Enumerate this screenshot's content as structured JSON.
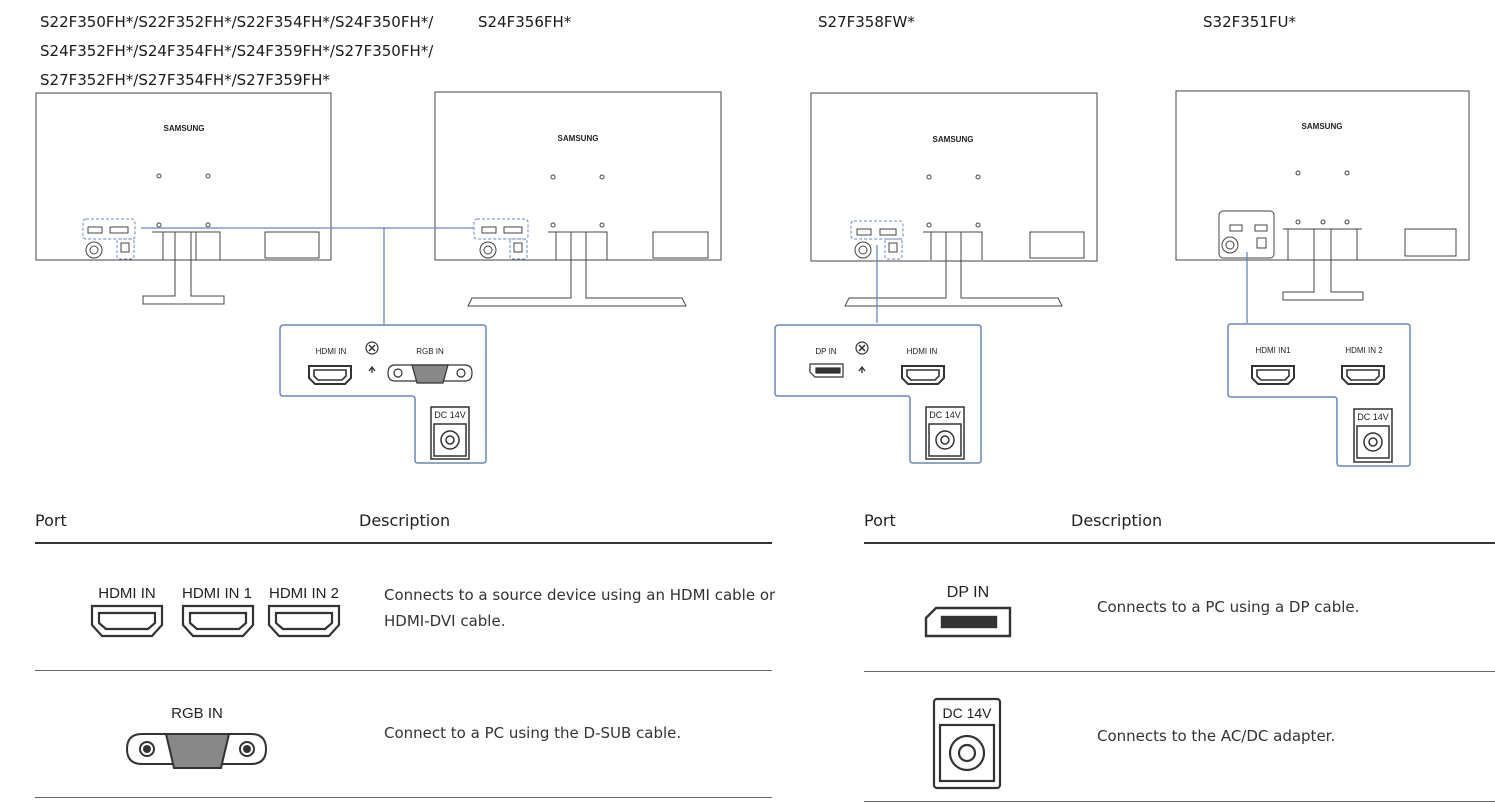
{
  "models": {
    "group1": [
      "S22F350FH*/S22F352FH*/S22F354FH*/S24F350FH*/",
      "S24F352FH*/S24F354FH*/S24F359FH*/S27F350FH*/",
      "S27F352FH*/S27F354FH*/S27F359FH*"
    ],
    "group2": "S24F356FH*",
    "group3": "S27F358FW*",
    "group4": "S32F351FU*"
  },
  "brand": "SAMSUNG",
  "callouts": {
    "hdmi_in": "HDMI IN",
    "rgb_in": "RGB IN",
    "dp_in": "DP IN",
    "hdmi_in1": "HDMI IN1",
    "hdmi_in2": "HDMI IN 2",
    "dc_14v": "DC 14V"
  },
  "table_left": {
    "col_port": "Port",
    "col_description": "Description",
    "rows": [
      {
        "labels": [
          "HDMI IN",
          "HDMI IN 1",
          "HDMI IN 2"
        ],
        "description": [
          "Connects to a source device using an HDMI cable or",
          "HDMI-DVI cable."
        ]
      },
      {
        "labels": [
          "RGB IN"
        ],
        "description": [
          "Connect to a PC using the D-SUB cable."
        ]
      }
    ]
  },
  "table_right": {
    "col_port": "Port",
    "col_description": "Description",
    "rows": [
      {
        "labels": [
          "DP IN"
        ],
        "description": [
          "Connects to a PC using a DP cable."
        ]
      },
      {
        "labels": [
          "DC 14V"
        ],
        "description": [
          "Connects to the AC/DC adapter."
        ]
      }
    ]
  },
  "colors": {
    "callout_line": "#6b86c4",
    "line": "#444444",
    "port_fill": "#888888"
  }
}
